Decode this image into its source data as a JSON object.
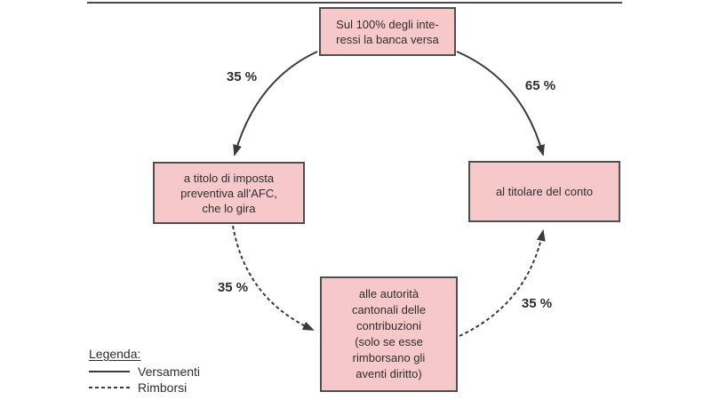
{
  "palette": {
    "box_fill": "#f6c8ca",
    "box_border": "#4f4f4f",
    "line": "#3a3a3a",
    "text": "#2e2e2e",
    "rule": "#4a4a4a"
  },
  "nodes": {
    "top": {
      "text": "Sul 100% degli inte-\nressi la banca versa"
    },
    "left": {
      "text": "a titolo di imposta\npreventiva all'AFC,\nche lo gira"
    },
    "right": {
      "text": "al titolare del conto"
    },
    "bottom": {
      "text": "alle autorità\ncantonali delle\ncontribuzioni\n(solo se esse\nrimborsano gli\naventi diritto)"
    }
  },
  "edges": {
    "top_to_left": {
      "label": "35 %",
      "style": "solid"
    },
    "top_to_right": {
      "label": "65 %",
      "style": "solid"
    },
    "left_to_bottom": {
      "label": "35 %",
      "style": "dashed"
    },
    "bottom_to_right": {
      "label": "35 %",
      "style": "dashed"
    }
  },
  "legend": {
    "title": "Legenda:",
    "items": [
      {
        "swatch": "solid-line",
        "label": "Versamenti"
      },
      {
        "swatch": "dashed-line",
        "label": "Rimborsi"
      }
    ]
  }
}
